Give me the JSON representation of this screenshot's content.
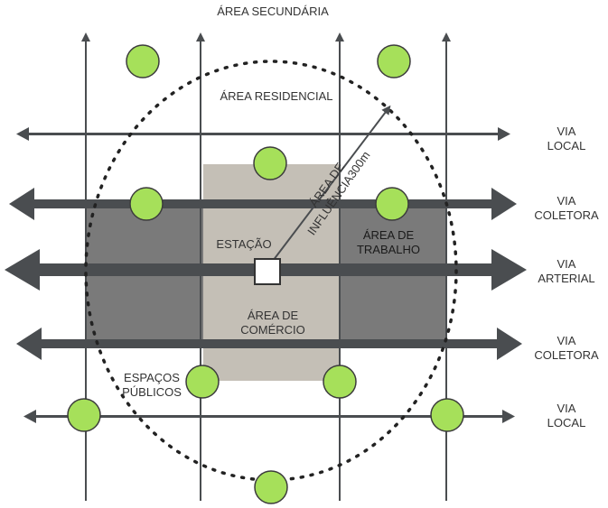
{
  "labels": {
    "top": "ÁREA SECUNDÁRIA",
    "residential": "ÁREA RESIDENCIAL",
    "station": "ESTAÇÃO",
    "work_line1": "ÁREA DE",
    "work_line2": "TRABALHO",
    "commerce_line1": "ÁREA DE",
    "commerce_line2": "COMÉRCIO",
    "public_line1": "ESPAÇOS",
    "public_line2": "PÚBLICOS",
    "influence_line1": "ÁREA DE",
    "influence_line2": "INFLUÊNCIA300m"
  },
  "roads": {
    "local_top": [
      "VIA",
      "LOCAL"
    ],
    "collector_top": [
      "VIA",
      "COLETORA"
    ],
    "arterial": [
      "VIA",
      "ARTERIAL"
    ],
    "collector_bottom": [
      "VIA",
      "COLETORA"
    ],
    "local_bottom": [
      "VIA",
      "LOCAL"
    ]
  },
  "colors": {
    "green_space": "#a6e05a",
    "green_outline": "#3c3c3c",
    "commerce_zone": "#c4bfb6",
    "work_zone": "#7a7a7a",
    "road": "#4a4d50",
    "text": "#333333"
  }
}
